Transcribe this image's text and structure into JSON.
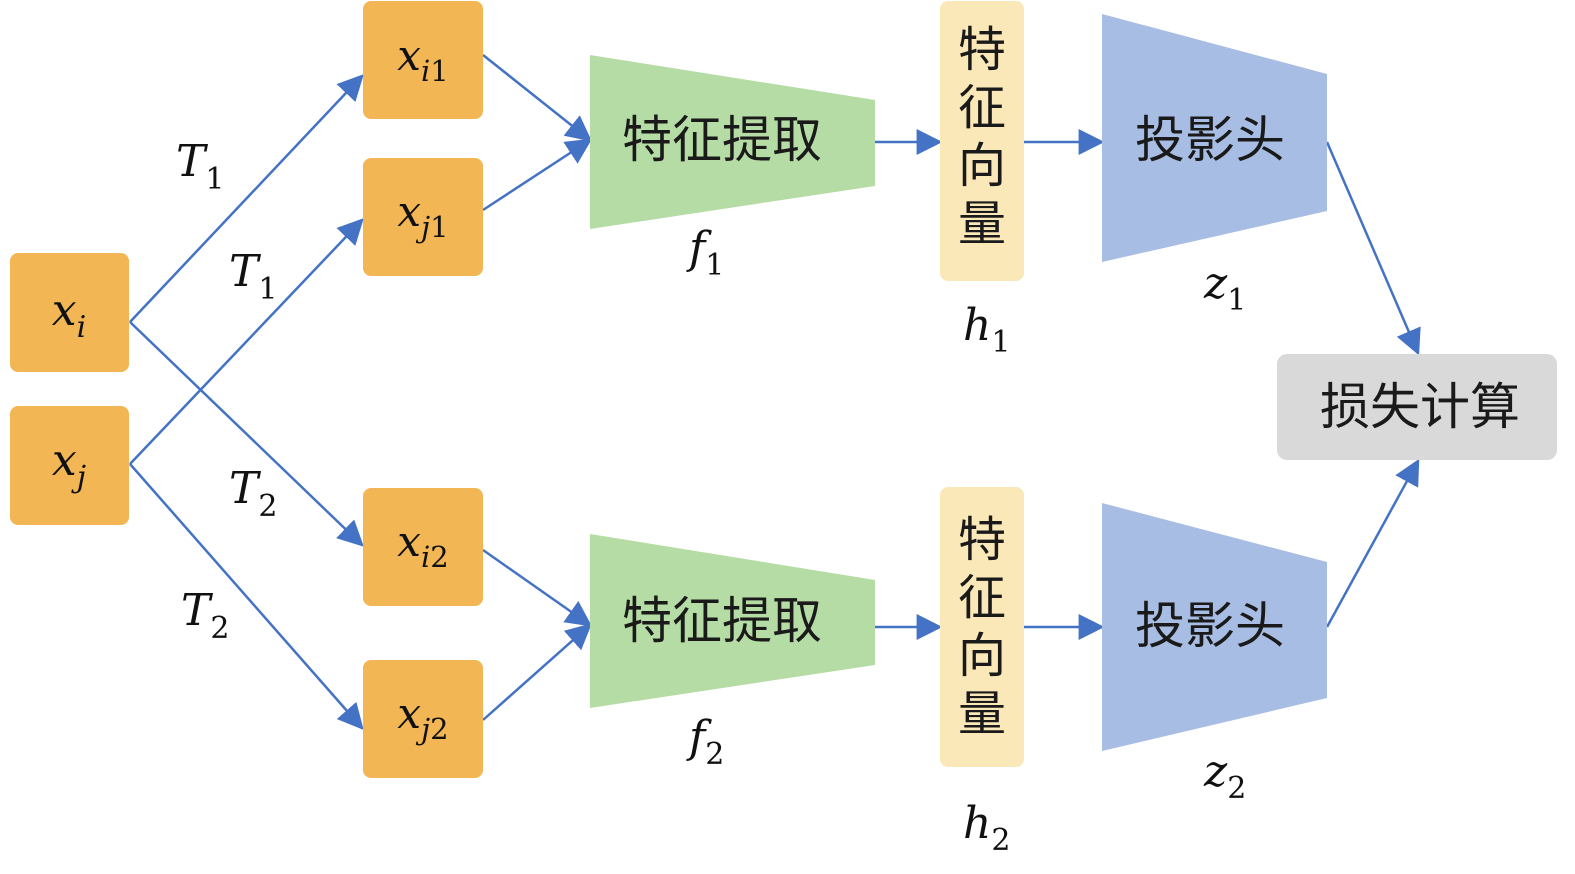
{
  "colors": {
    "input_box": "#f2b654",
    "extractor": "#b5dca4",
    "feature_vector": "#fbe8b8",
    "projection": "#a8bde3",
    "loss": "#d9d9d9",
    "arrow": "#4472c4"
  },
  "inputs": {
    "xi": {
      "var": "x",
      "sub": "i"
    },
    "xj": {
      "var": "x",
      "sub": "j"
    }
  },
  "augmented": {
    "xi1": {
      "var": "x",
      "sub_i": "i",
      "sub_n": "1"
    },
    "xj1": {
      "var": "x",
      "sub_i": "j",
      "sub_n": "1"
    },
    "xi2": {
      "var": "x",
      "sub_i": "i",
      "sub_n": "2"
    },
    "xj2": {
      "var": "x",
      "sub_i": "j",
      "sub_n": "2"
    }
  },
  "transforms": {
    "t1a": {
      "var": "T",
      "sub": "1"
    },
    "t1b": {
      "var": "T",
      "sub": "1"
    },
    "t2a": {
      "var": "T",
      "sub": "2"
    },
    "t2b": {
      "var": "T",
      "sub": "2"
    }
  },
  "extractor": {
    "label": "特征提取",
    "top_fn": {
      "var": "f",
      "sub": "1"
    },
    "bottom_fn": {
      "var": "f",
      "sub": "2"
    }
  },
  "feature_vector": {
    "chars": [
      "特",
      "征",
      "向",
      "量"
    ],
    "top_sym": {
      "var": "h",
      "sub": "1"
    },
    "bottom_sym": {
      "var": "h",
      "sub": "2"
    }
  },
  "projection": {
    "label": "投影头",
    "top_sym": {
      "var": "z",
      "sub": "1"
    },
    "bottom_sym": {
      "var": "z",
      "sub": "2"
    }
  },
  "loss": {
    "label": "损失计算"
  }
}
